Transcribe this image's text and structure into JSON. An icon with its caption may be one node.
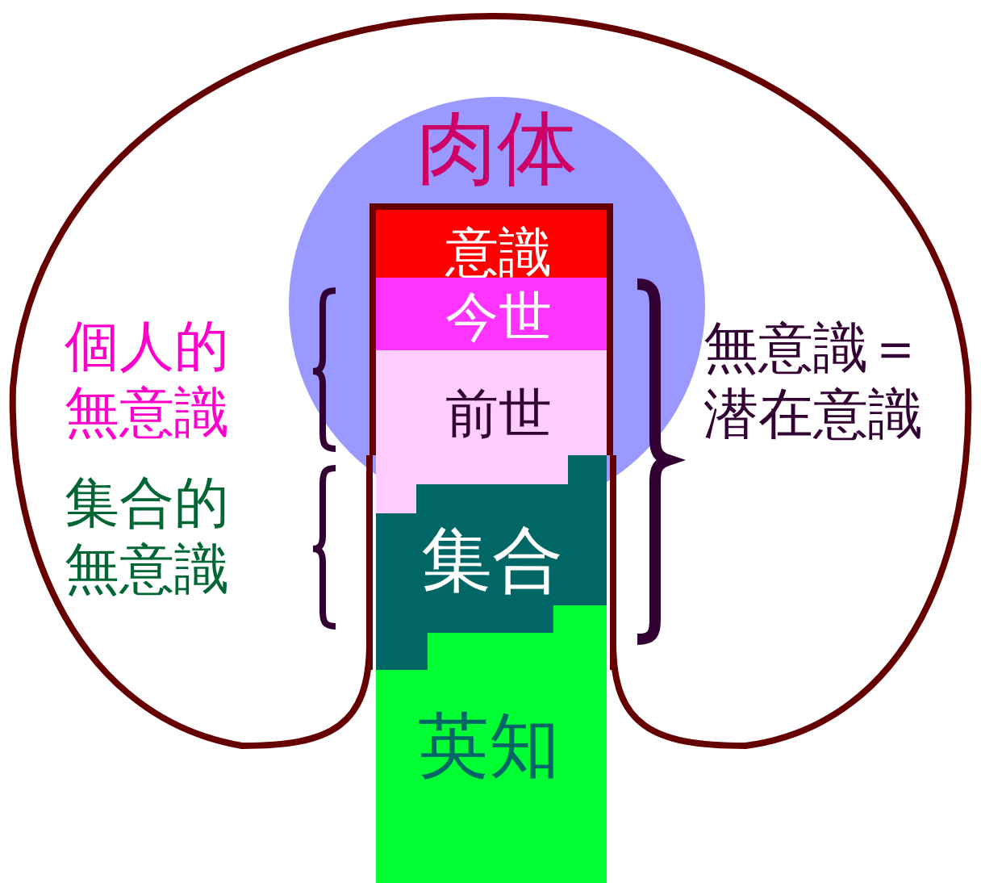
{
  "diagram": {
    "nodes": [
      {
        "text": [
          "肉体"
        ]
      },
      {
        "text": [
          "意識"
        ],
        "in": 0
      },
      {
        "text": [
          "今世"
        ],
        "in": 0
      },
      {
        "text": [
          "前世"
        ],
        "in": 0
      },
      {
        "text": [
          "集合"
        ]
      },
      {
        "text": [
          "英知"
        ]
      }
    ],
    "labels": [
      "個人的無意識",
      "集合的無意識",
      "無意識＝潜在意識"
    ]
  }
}
